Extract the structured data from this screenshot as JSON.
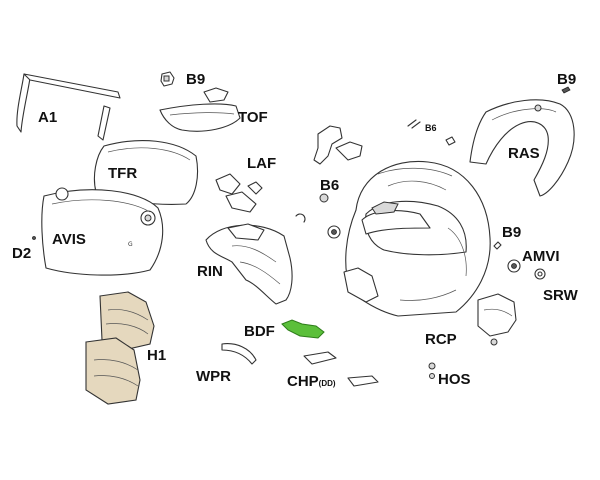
{
  "diagram": {
    "accent_color": "#5bbf3a",
    "parts": [
      {
        "id": "a1",
        "label": "A1"
      },
      {
        "id": "b9_top",
        "label": "B9"
      },
      {
        "id": "tof",
        "label": "TOF"
      },
      {
        "id": "b9_right",
        "label": "B9"
      },
      {
        "id": "b6_small",
        "label": "B6"
      },
      {
        "id": "ras",
        "label": "RAS"
      },
      {
        "id": "tfr",
        "label": "TFR"
      },
      {
        "id": "laf",
        "label": "LAF"
      },
      {
        "id": "b6",
        "label": "B6"
      },
      {
        "id": "avis",
        "label": "AVIS"
      },
      {
        "id": "d2",
        "label": "D2"
      },
      {
        "id": "b9_mid",
        "label": "B9"
      },
      {
        "id": "amvi",
        "label": "AMVI"
      },
      {
        "id": "rin",
        "label": "RIN"
      },
      {
        "id": "srw",
        "label": "SRW"
      },
      {
        "id": "bdf",
        "label": "BDF"
      },
      {
        "id": "rcp",
        "label": "RCP"
      },
      {
        "id": "h1",
        "label": "H1"
      },
      {
        "id": "wpr",
        "label": "WPR"
      },
      {
        "id": "chp",
        "label": "CHP",
        "suffix": "(DD)"
      },
      {
        "id": "hos",
        "label": "HOS"
      }
    ]
  }
}
